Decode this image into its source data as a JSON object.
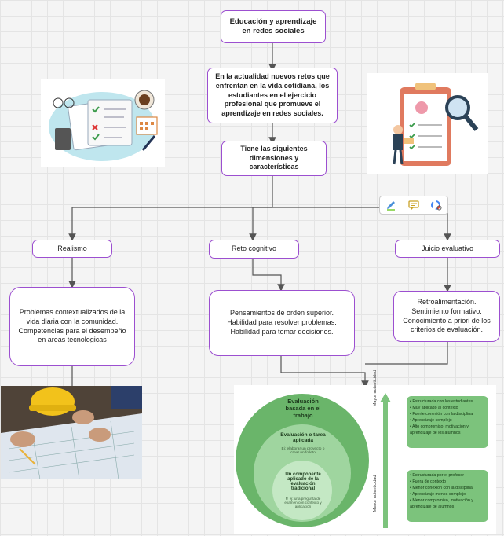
{
  "nodes": {
    "title": "Educación y aprendizaje en redes sociales",
    "context": "En la actualidad nuevos retos que enfrentan en la vida cotidiana, los estudiantes en el ejercicio profesional que promueve el aprendizaje en redes sociales.",
    "dimensions": "Tiene las siguientes dimensiones y características",
    "realismo": "Realismo",
    "reto": "Reto cognitivo",
    "juicio": "Juicio evaluativo",
    "realismo_desc": "Problemas contextualizados de la vida diaria con la comunidad. Competencias para el desempeño en areas tecnologicas",
    "reto_desc": [
      "Pensamientos de orden superior.",
      "Habilidad para resolver problemas.",
      "Habilidad para tomar decisiones."
    ],
    "juicio_desc": [
      "Retroalimentación.",
      "Sentimiento formativo.",
      "Conocimiento a priori de los criterios de evaluación."
    ]
  },
  "evaluation_figure": {
    "outer_title": "Evaluación basada en el trabajo",
    "middle_title": "Evaluación o tarea aplicada",
    "middle_sub": "Ej: elaborar un proyecto o crear un folleto",
    "inner_title": "Un componente aplicado de la evaluación tradicional",
    "inner_sub": "P. ej: una pregunta de examen con contexto y aplicación",
    "axis_top": "Mayor autenticidad",
    "axis_bottom": "Menor autenticidad",
    "top_list": [
      "Estructurada con los estudiantes",
      "Muy aplicado al contexto",
      "Fuerte conexión con la disciplina",
      "Aprendizaje complejo",
      "Alto compromiso, motivación y aprendizaje de los alumnos"
    ],
    "bottom_list": [
      "Estructurada por el profesor",
      "Fuera de contexto",
      "Menor conexión con la disciplina",
      "Aprendizaje menos complejo",
      "Menor compromiso, motivación y aprendizaje de alumnos"
    ]
  },
  "toolbar": [
    "pencil-icon",
    "comment-icon",
    "google-search-icon"
  ],
  "colors": {
    "border": "#9c4fd0",
    "connector": "#555555",
    "green": "#7cc37c"
  }
}
